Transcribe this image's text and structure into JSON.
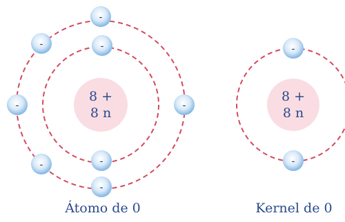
{
  "oxygen_atom": {
    "nucleus_protons": "8 +",
    "nucleus_neutrons": "8 n",
    "electron_sign": "-",
    "caption": "Átomo de 0"
  },
  "oxygen_kernel": {
    "nucleus_protons": "8 +",
    "nucleus_neutrons": "8 n",
    "electron_sign": "-",
    "caption": "Kernel de 0"
  },
  "colors": {
    "orbit": "#d24a5f",
    "nucleus": "#f9dde3",
    "electron_light": "#e6f1fb",
    "electron_dark": "#7fb4e3",
    "text": "#2b4a8a"
  }
}
